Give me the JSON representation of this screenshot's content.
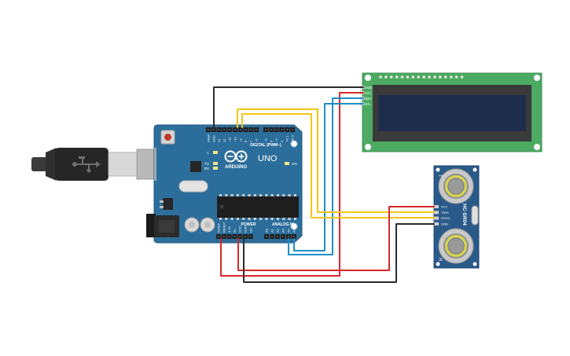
{
  "arduino": {
    "brand": "ARDUINO",
    "model": "UNO",
    "digital_header": "DIGITAL (PWM~)",
    "power_header": "POWER",
    "analog_header": "ANALOG IN",
    "led_l": "L",
    "led_tx": "TX",
    "led_rx": "RX",
    "led_on": "ON",
    "digital_pins": [
      "AREF",
      "GND",
      "13",
      "12",
      "~11",
      "~10",
      "~9",
      "8",
      "7",
      "~6",
      "~5",
      "4",
      "~3",
      "2",
      "TX 1",
      "RX 0"
    ],
    "power_pins": [
      "IOREF",
      "RESET",
      "3.3V",
      "5V",
      "GND",
      "GND",
      "Vin"
    ],
    "analog_pins": [
      "A0",
      "A1",
      "A2",
      "A3",
      "A4",
      "A5"
    ]
  },
  "lcd": {
    "pins": [
      "GND",
      "VCC",
      "SDA",
      "SCL"
    ]
  },
  "sensor": {
    "model": "HC-SR04",
    "pins": [
      "VCC",
      "TRIG",
      "ECHO",
      "GND"
    ],
    "tx_mark": "T",
    "rx_mark": "R"
  },
  "colors": {
    "board": "#2c6e9b",
    "lcd_pcb": "#4caa62",
    "lcd_screen": "#1f2d4d",
    "sensor_pcb": "#2a5a8a",
    "wire_black": "#2b2b2b",
    "wire_red": "#d62828",
    "wire_yellow": "#f2c618",
    "wire_blue": "#1f8fc9"
  }
}
